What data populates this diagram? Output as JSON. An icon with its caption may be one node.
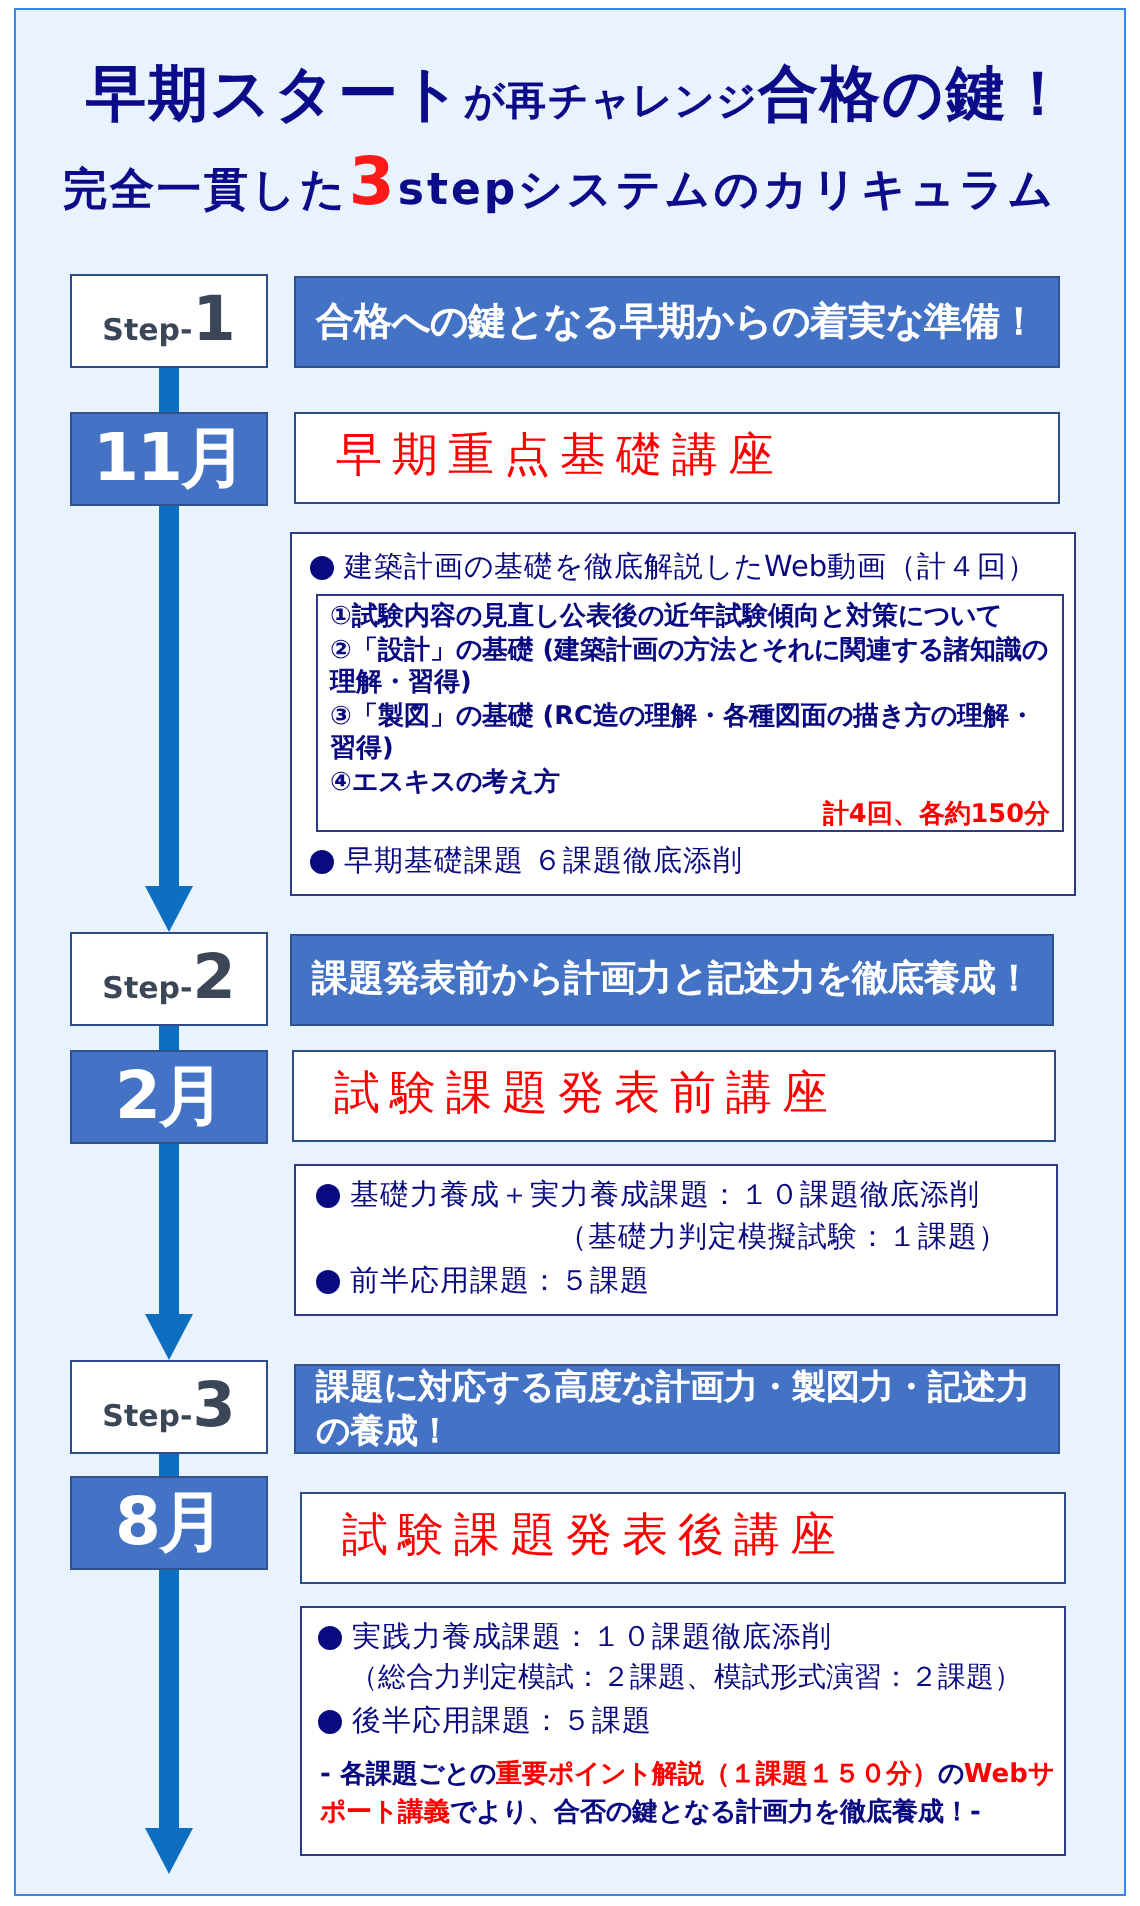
{
  "diagram": {
    "title": "**早期スタート**が再チャレンジ**合格の鍵！**",
    "nodes": [
      {
        "text": [
          "Step-**1**"
        ]
      },
      {
        "text": [
          "合格への鍵となる早期からの着実な準備！"
        ]
      },
      {
        "text": [
          "11月"
        ]
      },
      {
        "text": [
          "早期重点基礎講座"
        ]
      },
      {
        "text": [
          "建築計画の基礎を徹底解説したWeb動画（計４回）",
          "早期基礎課題 ６課題徹底添削"
        ]
      },
      {
        "text": [
          "①試験内容の見直し公表後の近年試験傾向と対策について",
          "②「設計」の基礎 (建築計画の方法とそれに関連する諸知識の理解・習得)",
          "③「製図」の基礎 (RC造の理解・各種図面の描き方の理解・習得)",
          "④エスキスの考え方",
          "計4回、各約150分"
        ],
        "in": 4
      },
      {
        "text": [
          "Step-**2**"
        ]
      },
      {
        "text": [
          "課題発表前から計画力と記述力を徹底養成！"
        ]
      },
      {
        "text": [
          "2月"
        ]
      },
      {
        "text": [
          "試験課題発表前講座"
        ]
      },
      {
        "text": [
          "基礎力養成＋実力養成課題：１０課題徹底添削",
          "（基礎力判定模擬試験：１課題）",
          "前半応用課題：５課題"
        ]
      },
      {
        "text": [
          "Step-**3**"
        ]
      },
      {
        "text": [
          "課題に対応する高度な計画力・製図力・記述力の養成！"
        ]
      },
      {
        "text": [
          "8月"
        ]
      },
      {
        "text": [
          "試験課題発表後講座"
        ]
      },
      {
        "text": [
          "実践力養成課題：１０課題徹底添削",
          "（総合力判定模試：２課題、模試形式演習：２課題）",
          "後半応用課題：５課題",
          "- 各課題ごとの**重要ポイント解説（１課題１５０分）**の**Webサポート講義**でより、合否の鍵となる計画力を徹底養成！-"
        ]
      }
    ],
    "edges": [
      {
        "from": 0,
        "to": 2,
        "arrow": "none"
      },
      {
        "from": 2,
        "to": 6,
        "arrow": "to"
      },
      {
        "from": 6,
        "to": 8,
        "arrow": "none"
      },
      {
        "from": 8,
        "to": 11,
        "arrow": "to"
      },
      {
        "from": 11,
        "to": 13,
        "arrow": "none"
      },
      {
        "from": 13,
        "to": null,
        "arrow": "to"
      }
    ],
    "labels": [
      "完全一貫した**3**stepシステムのカリキュラム"
    ]
  }
}
